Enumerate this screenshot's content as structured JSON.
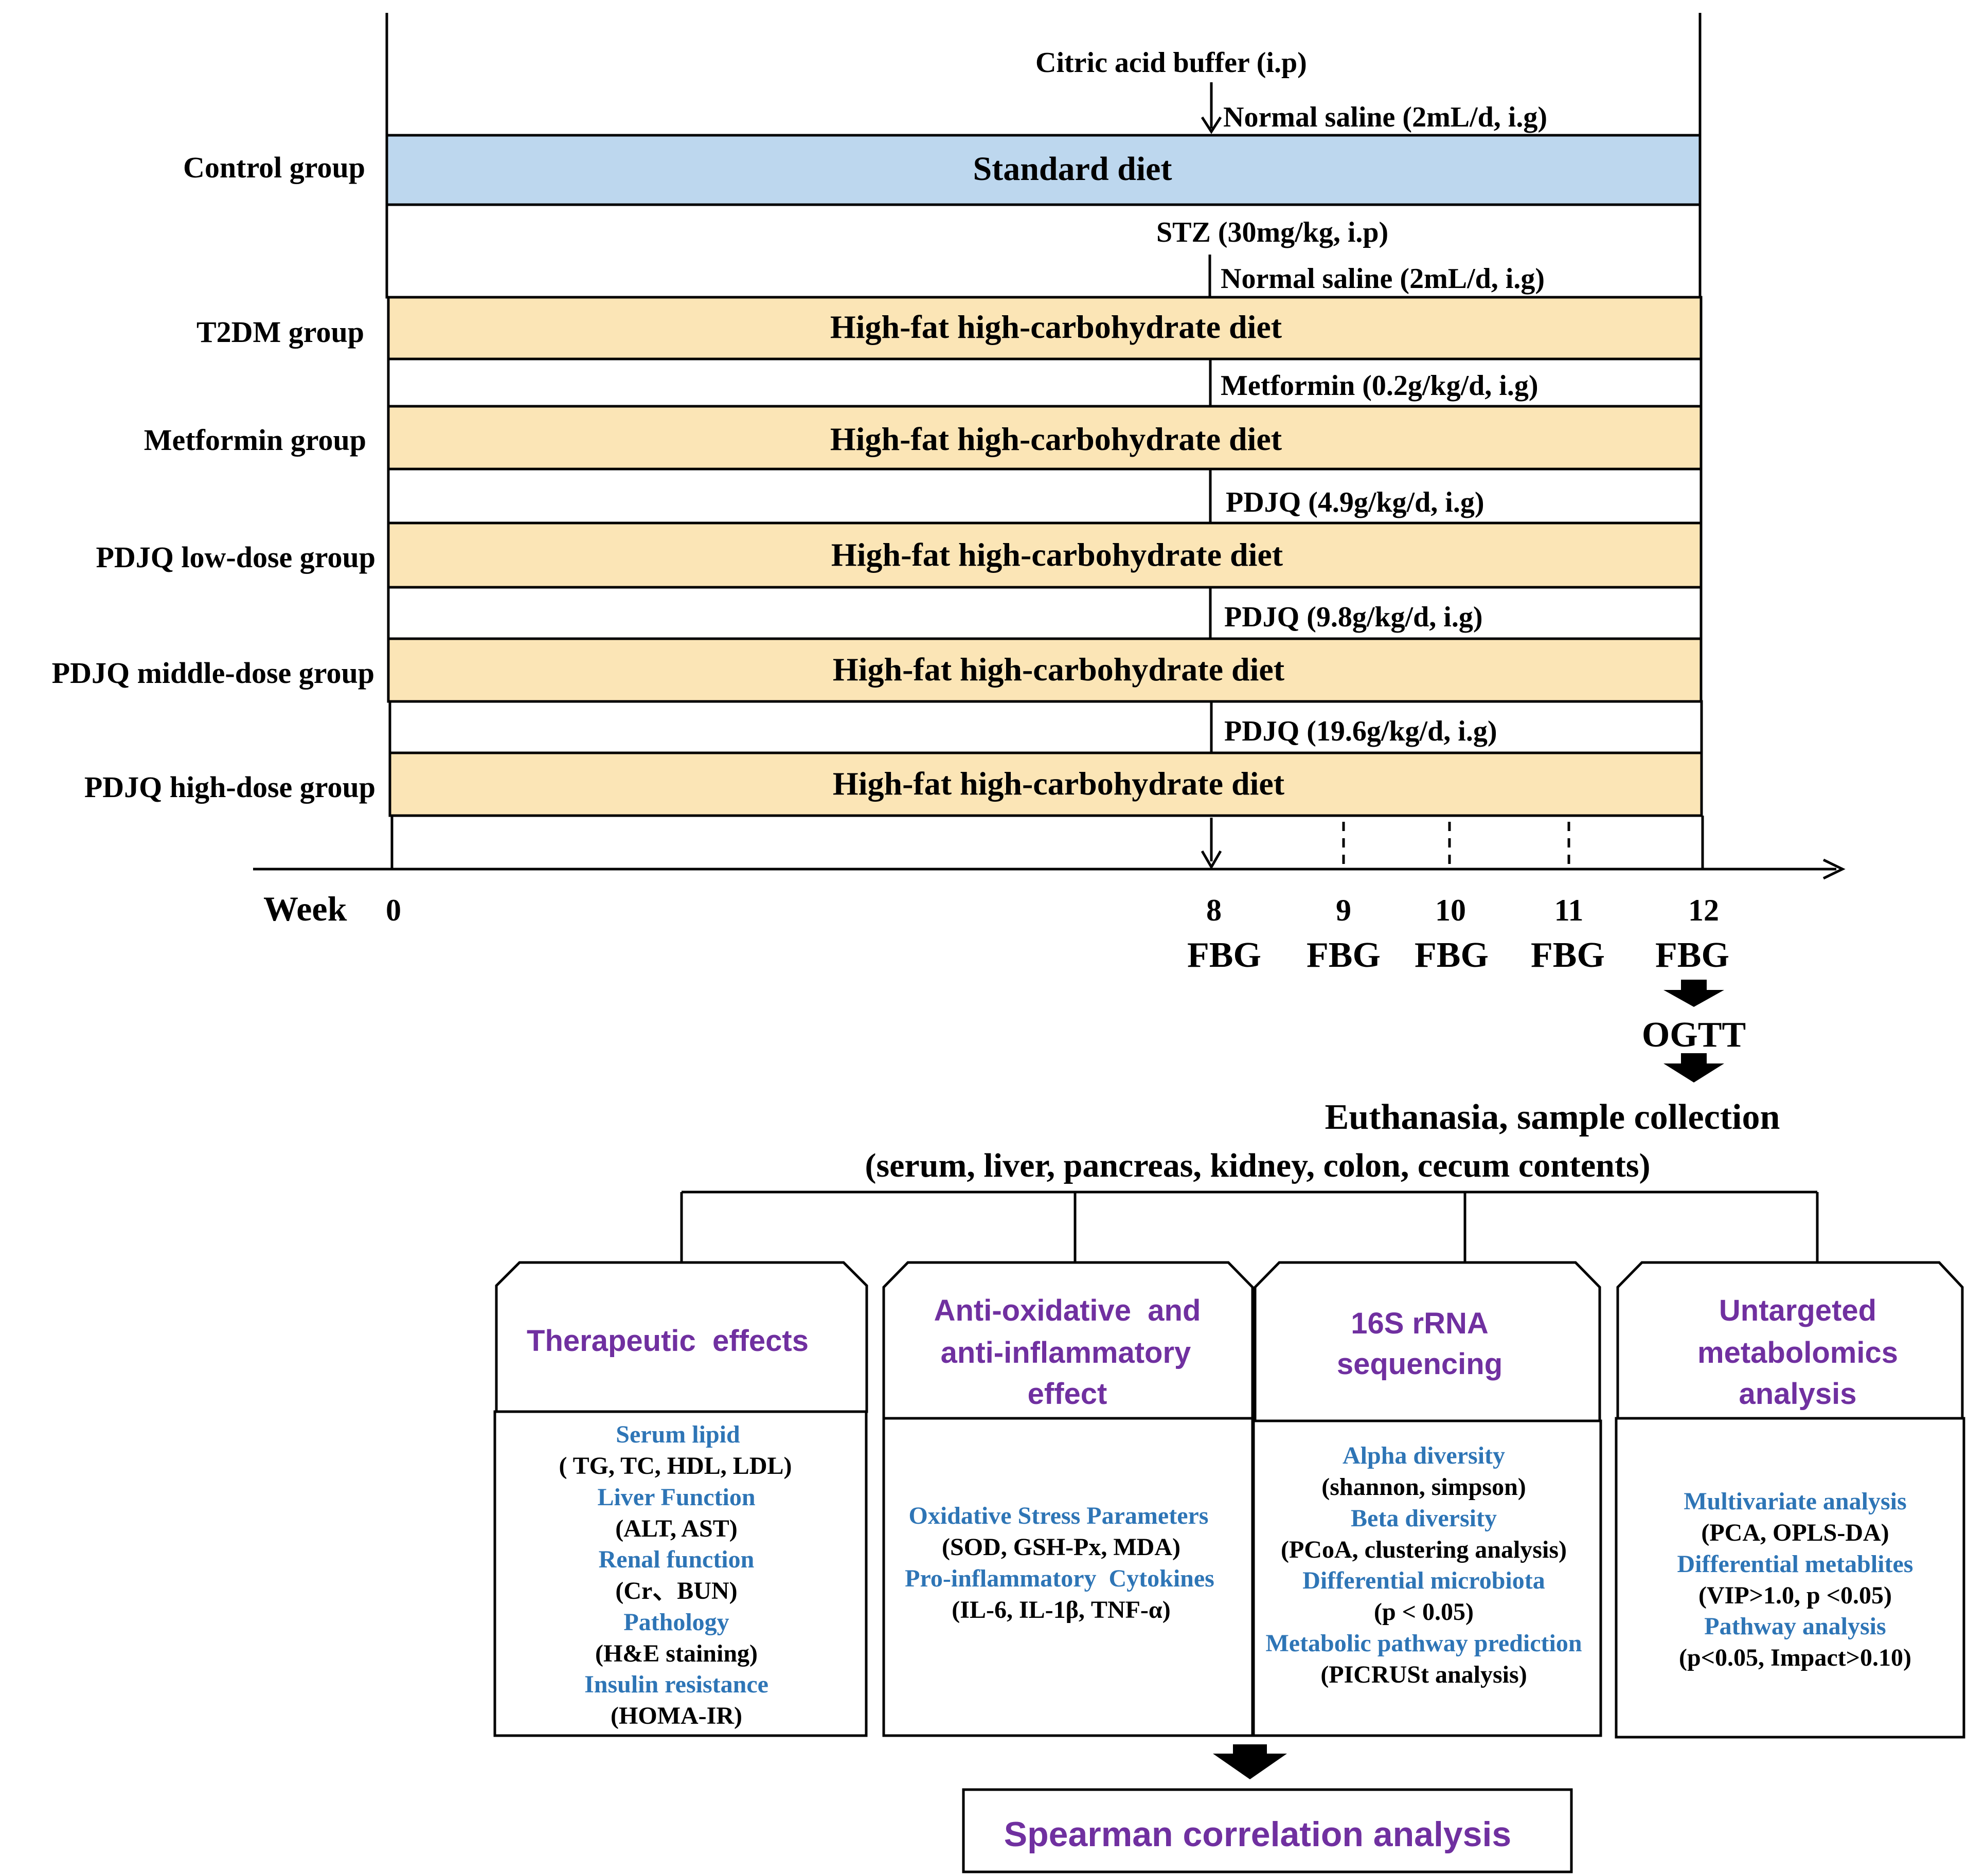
{
  "colors": {
    "standard_bar": "#bdd7ee",
    "hfhc_bar": "#fbe5b6",
    "line": "#000000",
    "purple_title": "#7030a0",
    "blue_label": "#2e75b6"
  },
  "timeline": {
    "groups": [
      {
        "label": "Control group",
        "bar_text": "Standard diet",
        "diet": "standard"
      },
      {
        "label": "T2DM group",
        "bar_text": "High-fat high-carbohydrate diet",
        "diet": "hfhc"
      },
      {
        "label": "Metformin group",
        "bar_text": "High-fat high-carbohydrate diet",
        "diet": "hfhc"
      },
      {
        "label": "PDJQ low-dose group",
        "bar_text": "High-fat high-carbohydrate diet",
        "diet": "hfhc"
      },
      {
        "label": "PDJQ middle-dose group",
        "bar_text": "High-fat high-carbohydrate diet",
        "diet": "hfhc"
      },
      {
        "label": "PDJQ high-dose group",
        "bar_text": "High-fat high-carbohydrate diet",
        "diet": "hfhc"
      }
    ],
    "annotations": {
      "citric": "Citric acid buffer (i.p)",
      "saline1": "Normal saline (2mL/d, i.g)",
      "stz": "STZ (30mg/kg, i.p)",
      "saline2": "Normal saline (2mL/d, i.g)",
      "metformin": "Metformin (0.2g/kg/d, i.g)",
      "pdjq_low": "PDJQ (4.9g/kg/d, i.g)",
      "pdjq_mid": "PDJQ (9.8g/kg/d, i.g)",
      "pdjq_high": "PDJQ (19.6g/kg/d, i.g)"
    },
    "axis": {
      "label": "Week",
      "ticks": [
        "0",
        "8",
        "9",
        "10",
        "11",
        "12"
      ],
      "fbg": [
        "FBG",
        "FBG",
        "FBG",
        "FBG",
        "FBG"
      ]
    }
  },
  "flow": {
    "ogtt": "OGTT",
    "euthanasia": "Euthanasia, sample collection",
    "samples": "(serum, liver, pancreas, kidney, colon, cecum contents)",
    "spearman": "Spearman correlation analysis"
  },
  "boxes": [
    {
      "title": [
        "Therapeutic  effects"
      ],
      "items": [
        {
          "text": "Serum lipid",
          "kind": "label"
        },
        {
          "text": "( TG, TC, HDL, LDL)",
          "kind": "value"
        },
        {
          "text": "Liver Function",
          "kind": "label"
        },
        {
          "text": "(ALT, AST)",
          "kind": "value"
        },
        {
          "text": "Renal function",
          "kind": "label"
        },
        {
          "text": "(Cr、BUN)",
          "kind": "value"
        },
        {
          "text": "Pathology",
          "kind": "label"
        },
        {
          "text": "(H&E staining)",
          "kind": "value"
        },
        {
          "text": "Insulin resistance",
          "kind": "label"
        },
        {
          "text": "(HOMA-IR)",
          "kind": "value"
        }
      ]
    },
    {
      "title": [
        "Anti-oxidative  and",
        "anti-inflammatory",
        "effect"
      ],
      "items": [
        {
          "text": "Oxidative Stress Parameters",
          "kind": "label"
        },
        {
          "text": "(SOD, GSH-Px, MDA)",
          "kind": "value"
        },
        {
          "text": "Pro-inflammatory  Cytokines",
          "kind": "label"
        },
        {
          "text": "(IL-6, IL-1β, TNF-α)",
          "kind": "value"
        }
      ]
    },
    {
      "title": [
        "16S rRNA",
        "sequencing"
      ],
      "items": [
        {
          "text": "Alpha diversity",
          "kind": "label"
        },
        {
          "text": "(shannon, simpson)",
          "kind": "value"
        },
        {
          "text": "Beta diversity",
          "kind": "label"
        },
        {
          "text": "(PCoA, clustering analysis)",
          "kind": "value"
        },
        {
          "text": "Differential microbiota",
          "kind": "label"
        },
        {
          "text": "(p < 0.05)",
          "kind": "value"
        },
        {
          "text": "Metabolic pathway prediction",
          "kind": "label"
        },
        {
          "text": "(PICRUSt analysis)",
          "kind": "value"
        }
      ]
    },
    {
      "title": [
        "Untargeted",
        "metabolomics",
        "analysis"
      ],
      "items": [
        {
          "text": "Multivariate analysis",
          "kind": "label"
        },
        {
          "text": "(PCA, OPLS-DA)",
          "kind": "value"
        },
        {
          "text": "Differential metablites",
          "kind": "label"
        },
        {
          "text": "(VIP>1.0, p <0.05)",
          "kind": "value"
        },
        {
          "text": "Pathway analysis",
          "kind": "label"
        },
        {
          "text": "(p<0.05, Impact>0.10)",
          "kind": "value"
        }
      ]
    }
  ]
}
